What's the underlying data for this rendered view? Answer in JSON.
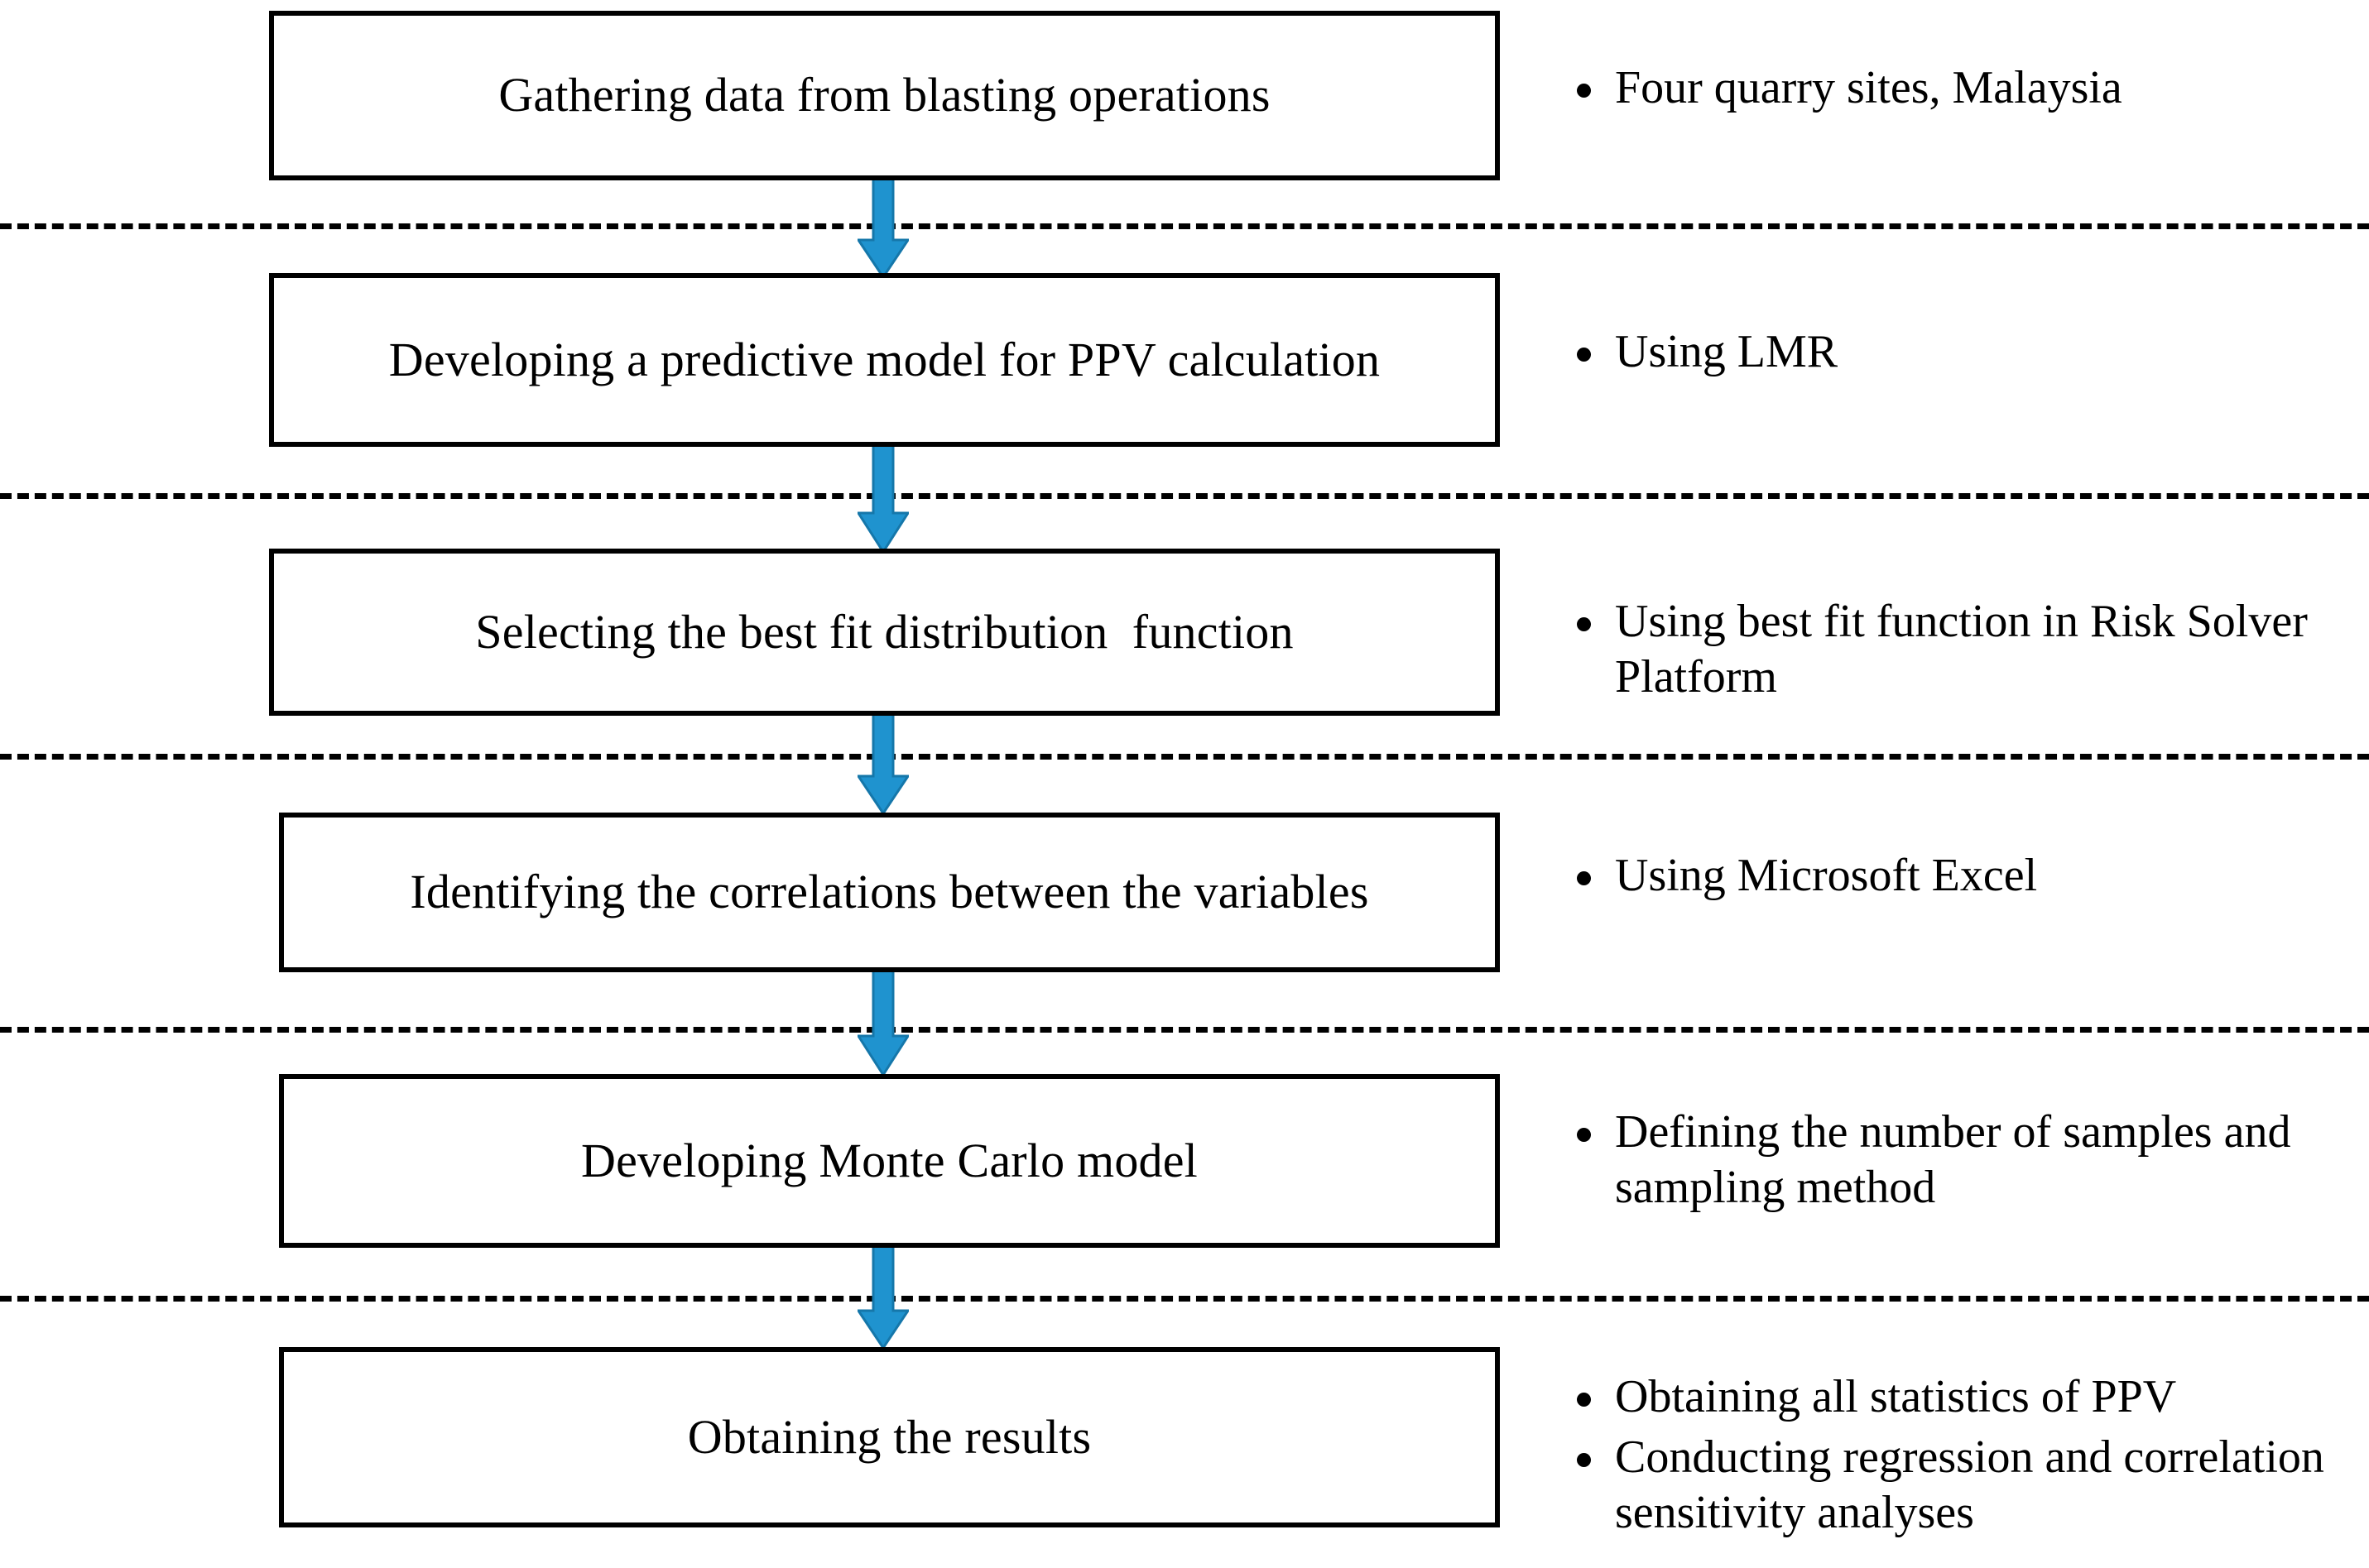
{
  "figure": {
    "type": "flowchart",
    "orientation": "vertical",
    "accent_color": "#1f93cf",
    "arrow_outline_color": "#1577aa",
    "line_color": "#000000",
    "background_color": "#ffffff"
  },
  "steps": [
    {
      "id": "step-1",
      "box_label": "Gathering data from blasting operations",
      "annotations": [
        "Four quarry sites, Malaysia"
      ]
    },
    {
      "id": "step-2",
      "box_label": "Developing a predictive model for PPV calculation",
      "annotations": [
        "Using LMR"
      ]
    },
    {
      "id": "step-3",
      "box_label": "Selecting the best fit distribution  function",
      "annotations": [
        "Using best fit function in Risk Solver Platform"
      ]
    },
    {
      "id": "step-4",
      "box_label": "Identifying the correlations between the variables",
      "annotations": [
        "Using Microsoft Excel"
      ]
    },
    {
      "id": "step-5",
      "box_label": "Developing Monte Carlo model",
      "annotations": [
        "Defining the number of samples and sampling method"
      ]
    },
    {
      "id": "step-6",
      "box_label": "Obtaining the results",
      "annotations": [
        "Obtaining all statistics of PPV",
        "Conducting regression and correlation sensitivity analyses"
      ]
    }
  ],
  "connectors": [
    {
      "id": "arrow-1-2",
      "from": "step-1",
      "to": "step-2",
      "icon": "down-arrow-icon"
    },
    {
      "id": "arrow-2-3",
      "from": "step-2",
      "to": "step-3",
      "icon": "down-arrow-icon"
    },
    {
      "id": "arrow-3-4",
      "from": "step-3",
      "to": "step-4",
      "icon": "down-arrow-icon"
    },
    {
      "id": "arrow-4-5",
      "from": "step-4",
      "to": "step-5",
      "icon": "down-arrow-icon"
    },
    {
      "id": "arrow-5-6",
      "from": "step-5",
      "to": "step-6",
      "icon": "down-arrow-icon"
    }
  ],
  "separators": [
    {
      "id": "separator-1"
    },
    {
      "id": "separator-2"
    },
    {
      "id": "separator-3"
    },
    {
      "id": "separator-4"
    },
    {
      "id": "separator-5"
    }
  ]
}
